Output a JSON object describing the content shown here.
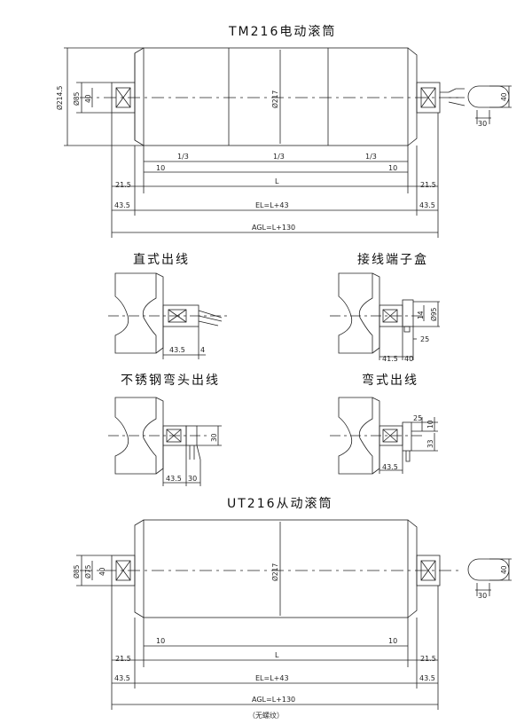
{
  "titles": {
    "tm": "TM216电动滚筒",
    "direct": "直式出线",
    "terminal": "接线端子盒",
    "stainless": "不锈钢弯头出线",
    "bend": "弯式出线",
    "ut": "UT216从动滚筒"
  },
  "tm_dims": {
    "d214": "Ø214.5",
    "d85": "Ø85",
    "d40": "40",
    "d217": "Ø217",
    "third": "1/3",
    "ten": "10",
    "l": "L",
    "s215": "21.5",
    "s435": "43.5",
    "el": "EL=L+43",
    "agl": "AGL=L+130",
    "flat40": "40",
    "flat30": "30"
  },
  "outlet_dims": {
    "direct_a": "43.5",
    "direct_b": "4",
    "term_14": "14",
    "term_95": "Ø95",
    "term_25": "25",
    "term_415": "41.5",
    "term_40": "40",
    "ss_30v": "30",
    "ss_435": "43.5",
    "ss_30": "30",
    "bend_25": "25",
    "bend_10": "10",
    "bend_33": "33",
    "bend_435": "43.5"
  },
  "ut_dims": {
    "d85": "Ø85",
    "d40": "40",
    "d75": "Ø75",
    "d217": "Ø217",
    "ten": "10",
    "l": "L",
    "s215": "21.5",
    "s435": "43.5",
    "el": "EL=L+43",
    "agl": "AGL=L+130",
    "flat40": "40",
    "flat30": "30"
  },
  "footnote": "（无螺纹）"
}
